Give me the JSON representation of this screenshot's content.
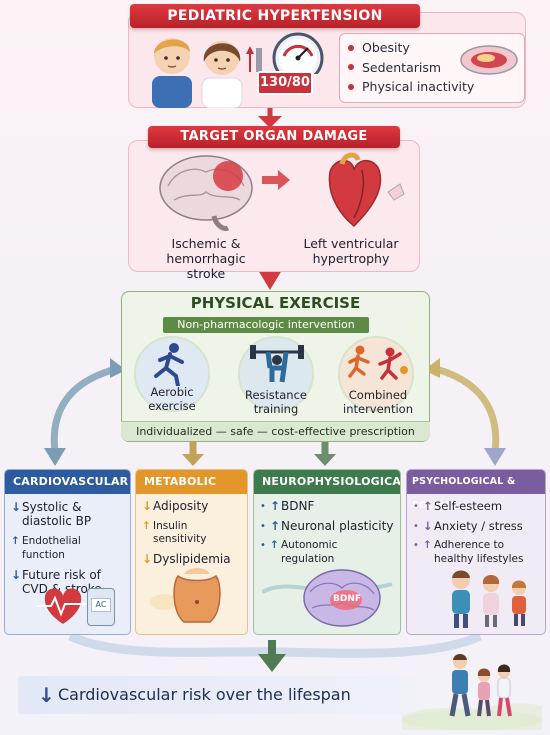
{
  "hypertension": {
    "title": "PEDIATRIC HYPERTENSION",
    "bp_reading": "130/80",
    "risk_factors": [
      "Obesity",
      "Sedentarism",
      "Physical inactivity"
    ]
  },
  "organ_damage": {
    "title": "TARGET ORGAN DAMAGE",
    "brain_label": "Ischemic & hemorrhagic stroke",
    "heart_label": "Left ventricular hypertrophy"
  },
  "exercise": {
    "title": "PHYSICAL EXERCISE",
    "subtitle": "Non-pharmacologic intervention",
    "types": [
      {
        "label": "Aerobic exercise"
      },
      {
        "label": "Resistance training"
      },
      {
        "label": "Combined intervention"
      }
    ],
    "footer": "Individualized — safe — cost-effective prescription"
  },
  "domains": {
    "cardiovascular": {
      "title": "CARDIOVASCULAR",
      "items": [
        {
          "arrow": "↓",
          "text": "Systolic & diastolic BP"
        },
        {
          "arrow": "↑",
          "text": "Endothelial function"
        },
        {
          "arrow": "↓",
          "text": "Future risk of CVD & stroke"
        }
      ],
      "monitor_label": "AC"
    },
    "metabolic": {
      "title": "METABOLIC",
      "items": [
        {
          "arrow": "↓",
          "text": "Adiposity"
        },
        {
          "arrow": "↑",
          "text": "Insulin sensitivity"
        },
        {
          "arrow": "↓",
          "text": "Dyslipidemia"
        }
      ]
    },
    "neurophysiological": {
      "title": "NEUROPHYSIOLOGICAL",
      "items": [
        {
          "arrow": "↑",
          "text": "BDNF"
        },
        {
          "arrow": "↑",
          "text": "Neuronal plasticity"
        },
        {
          "arrow": "↑",
          "text": "Autonomic regulation"
        }
      ],
      "brain_tag": "BDNF"
    },
    "psychological": {
      "title": "PSYCHOLOGICAL & SOCIAL",
      "items": [
        {
          "arrow": "↑",
          "text": "Self-esteem"
        },
        {
          "arrow": "↓",
          "text": "Anxiety / stress"
        },
        {
          "arrow": "↑",
          "text": "Adherence to healthy lifestyles"
        }
      ]
    }
  },
  "outcome": {
    "arrow": "↓",
    "text": "Cardiovascular risk over the lifespan"
  },
  "colors": {
    "red": "#c8323b",
    "green": "#5d8b45",
    "blue": "#2e5aa0",
    "orange": "#e3962a",
    "dark_green": "#3f7a4c",
    "purple": "#7b5c9f"
  }
}
